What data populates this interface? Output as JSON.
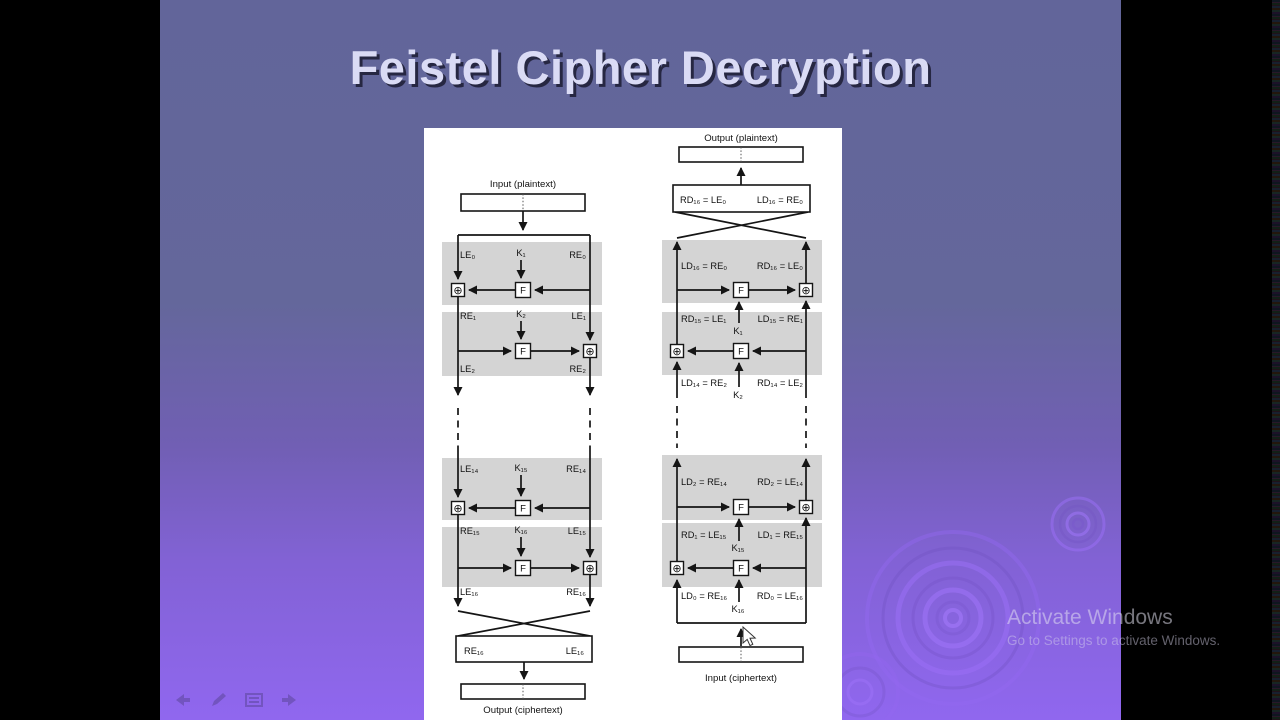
{
  "slide": {
    "title": "Feistel Cipher Decryption"
  },
  "diagram": {
    "f_label": "F",
    "xor_label": "⊕",
    "encryption": {
      "input_label": "Input (plaintext)",
      "output_label": "Output (ciphertext)",
      "round1": {
        "left": "LE₀",
        "key": "K₁",
        "right": "RE₀"
      },
      "round2": {
        "left": "RE₁",
        "key": "K₂",
        "right": "LE₁"
      },
      "round2_out": {
        "left": "LE₂",
        "right": "RE₂"
      },
      "round15": {
        "left": "LE₁₄",
        "key": "K₁₅",
        "right": "RE₁₄"
      },
      "round16": {
        "left": "RE₁₅",
        "key": "K₁₆",
        "right": "LE₁₅"
      },
      "round16_out": {
        "left": "LE₁₆",
        "right": "RE₁₆"
      },
      "swap": {
        "left": "RE₁₆",
        "right": "LE₁₆"
      }
    },
    "decryption": {
      "output_label": "Output (plaintext)",
      "input_label": "Input (ciphertext)",
      "swap": {
        "left": "RD₁₆ = LE₀",
        "right": "LD₁₆ = RE₀"
      },
      "round1": {
        "left": "LD₁₆ = RE₀",
        "right": "RD₁₆ = LE₀"
      },
      "round2": {
        "left": "RD₁₅ = LE₁",
        "key": "K₁",
        "right": "LD₁₅ = RE₁"
      },
      "round2_out": {
        "left": "LD₁₄ = RE₂",
        "key": "K₂",
        "right": "RD₁₄ = LE₂"
      },
      "round15": {
        "left": "LD₂ = RE₁₄",
        "right": "RD₂ = LE₁₄"
      },
      "round16": {
        "left": "RD₁ = LE₁₅",
        "key": "K₁₅",
        "right": "LD₁ = RE₁₅"
      },
      "round16_out": {
        "left": "LD₀ = RE₁₆",
        "key": "K₁₆",
        "right": "RD₀ = LE₁₆"
      }
    }
  },
  "watermark": {
    "line1": "Activate Windows",
    "line2": "Go to Settings to activate Windows."
  },
  "toolbar": {
    "icons": [
      "previous-slide",
      "pen-tool",
      "slide-menu",
      "next-slide"
    ]
  }
}
